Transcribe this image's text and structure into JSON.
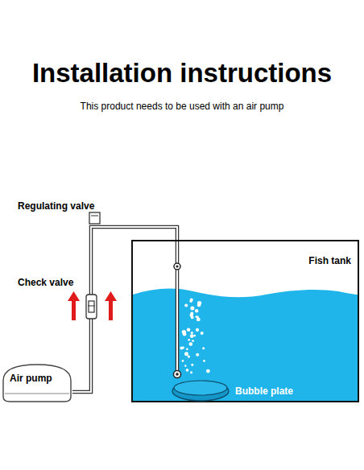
{
  "diagram": {
    "title": "Installation instructions",
    "nodes": [
      {
        "text": [
          "Fish tank"
        ]
      },
      {
        "text": [
          "Bubble plate"
        ],
        "in": 0
      },
      {
        "text": [
          "Air pump"
        ]
      }
    ],
    "edges": [
      {
        "from": 2,
        "to": 1,
        "arrow": "none"
      }
    ],
    "labels": [
      "This product needs to be used with an air pump",
      "Regulating valve",
      "Check valve"
    ]
  }
}
